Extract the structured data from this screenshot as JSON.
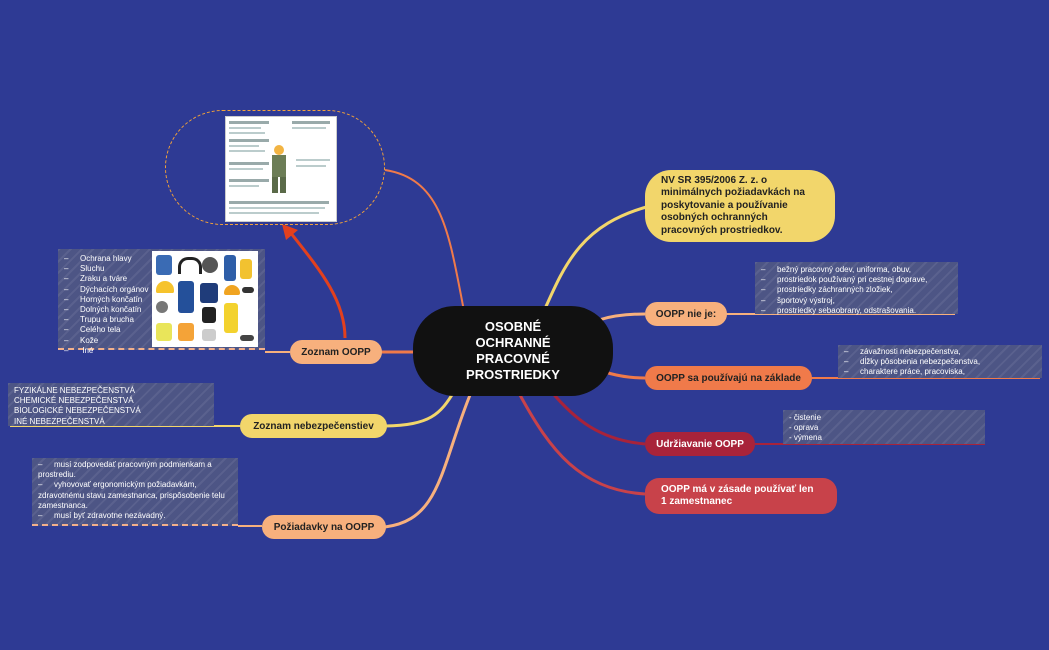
{
  "center": {
    "label": "OSOBNÉ OCHRANNÉ PRACOVNÉ PROSTRIEDKY"
  },
  "right_nodes": {
    "nv": "NV SR 395/2006 Z. z. o minimálnych požiadavkách na poskytovanie a používanie osobných ochranných pracovných prostriedkov.",
    "oopp_nie": "OOPP nie je:",
    "oopp_zaklad": "OOPP sa používajú na základe",
    "udrziavanie": "Udržiavanie OOPP",
    "jeden": "OOPP má v zásade používať len 1 zamestnanec"
  },
  "left_nodes": {
    "zoznam_oopp": "Zoznam OOPP",
    "zoznam_neb": "Zoznam nebezpečenstiev",
    "poziadavky": "Požiadavky na OOPP"
  },
  "notes": {
    "oopp_list": [
      "Ochrana hlavy",
      "Sluchu",
      "Zraku a tváre",
      "Dýchacích orgánov",
      "Horných končatín",
      "Dolných končatín",
      "Trupu a brucha",
      "Celého tela",
      "Kože",
      " Iné"
    ],
    "hazards": [
      "FYZIKÁLNE NEBEZPEČENSTVÁ",
      "CHEMICKÉ NEBEZPEČENSTVÁ",
      "BIOLOGICKÉ NEBEZPEČENSTVÁ",
      "INÉ NEBEZPEČENSTVÁ"
    ],
    "requirements": [
      {
        "dash": "–",
        "text": "musí zodpovedať pracovným podmienkam a"
      },
      {
        "dash": "",
        "text": "prostrediu."
      },
      {
        "dash": "–",
        "text": "vyhovovať ergonomickým požiadavkám,"
      },
      {
        "dash": "",
        "text": "zdravotnému stavu zamestnanca, prispôsobenie telu"
      },
      {
        "dash": "",
        "text": "zamestnanca."
      },
      {
        "dash": "–",
        "text": "musí byť zdravotne nezávadný."
      }
    ],
    "not_oopp": [
      "bežný pracovný odev, uniforma, obuv,",
      "prostriedok používaný pri cestnej doprave,",
      "prostriedky záchranných zložiek,",
      "športový výstroj,",
      "prostriedky sebaobrany, odstrašovania."
    ],
    "basis": [
      "závažnosti  nebezpečenstva,",
      "dĺžky pôsobenia nebezpečenstva,",
      "charaktere práce, pracoviska,"
    ],
    "maintenance": [
      "- čistenie",
      "- oprava",
      "- výmena"
    ]
  },
  "colors": {
    "background": "#2e3a94",
    "center": "#111111",
    "yellow": "#f2d66b",
    "peach": "#f7b07d",
    "orange": "#f07a4a",
    "crimson": "#a8233a",
    "red": "#c8424a",
    "note_bg": "#4d5585"
  }
}
